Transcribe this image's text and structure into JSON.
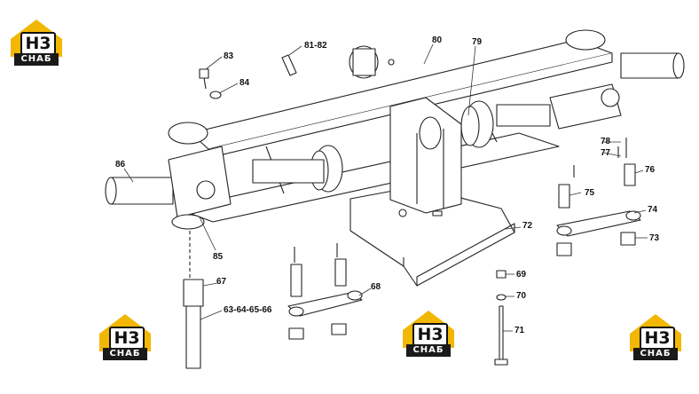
{
  "logo": {
    "top": "H3",
    "bottom": "CHAБ",
    "roof_color": "#f2b705"
  },
  "callouts": [
    "83",
    "84",
    "81-82",
    "80",
    "79",
    "86",
    "78",
    "77",
    "76",
    "75",
    "74",
    "73",
    "72",
    "85",
    "69",
    "70",
    "71",
    "68",
    "67",
    "63-64-65-66"
  ]
}
